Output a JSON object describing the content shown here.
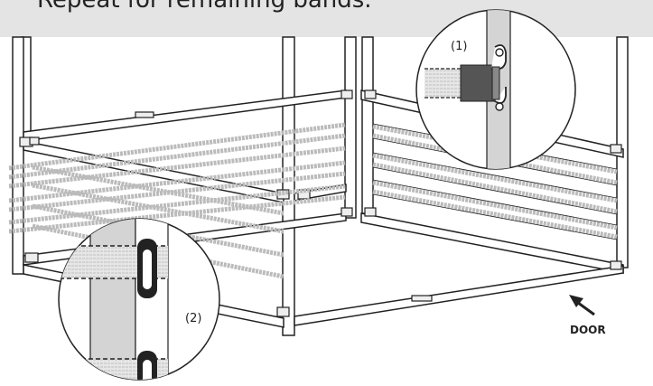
{
  "instruction": {
    "text": "Repeat for remaining bands."
  },
  "callouts": {
    "detail_1": "(1)",
    "detail_2": "(2)"
  },
  "labels": {
    "door": "DOOR"
  },
  "colors": {
    "banner_bg": "#e4e4e4",
    "line": "#222222",
    "band_fill": "#d9d9d9",
    "post_fill": "#d4d4d4",
    "strap_fill": "#555555"
  }
}
